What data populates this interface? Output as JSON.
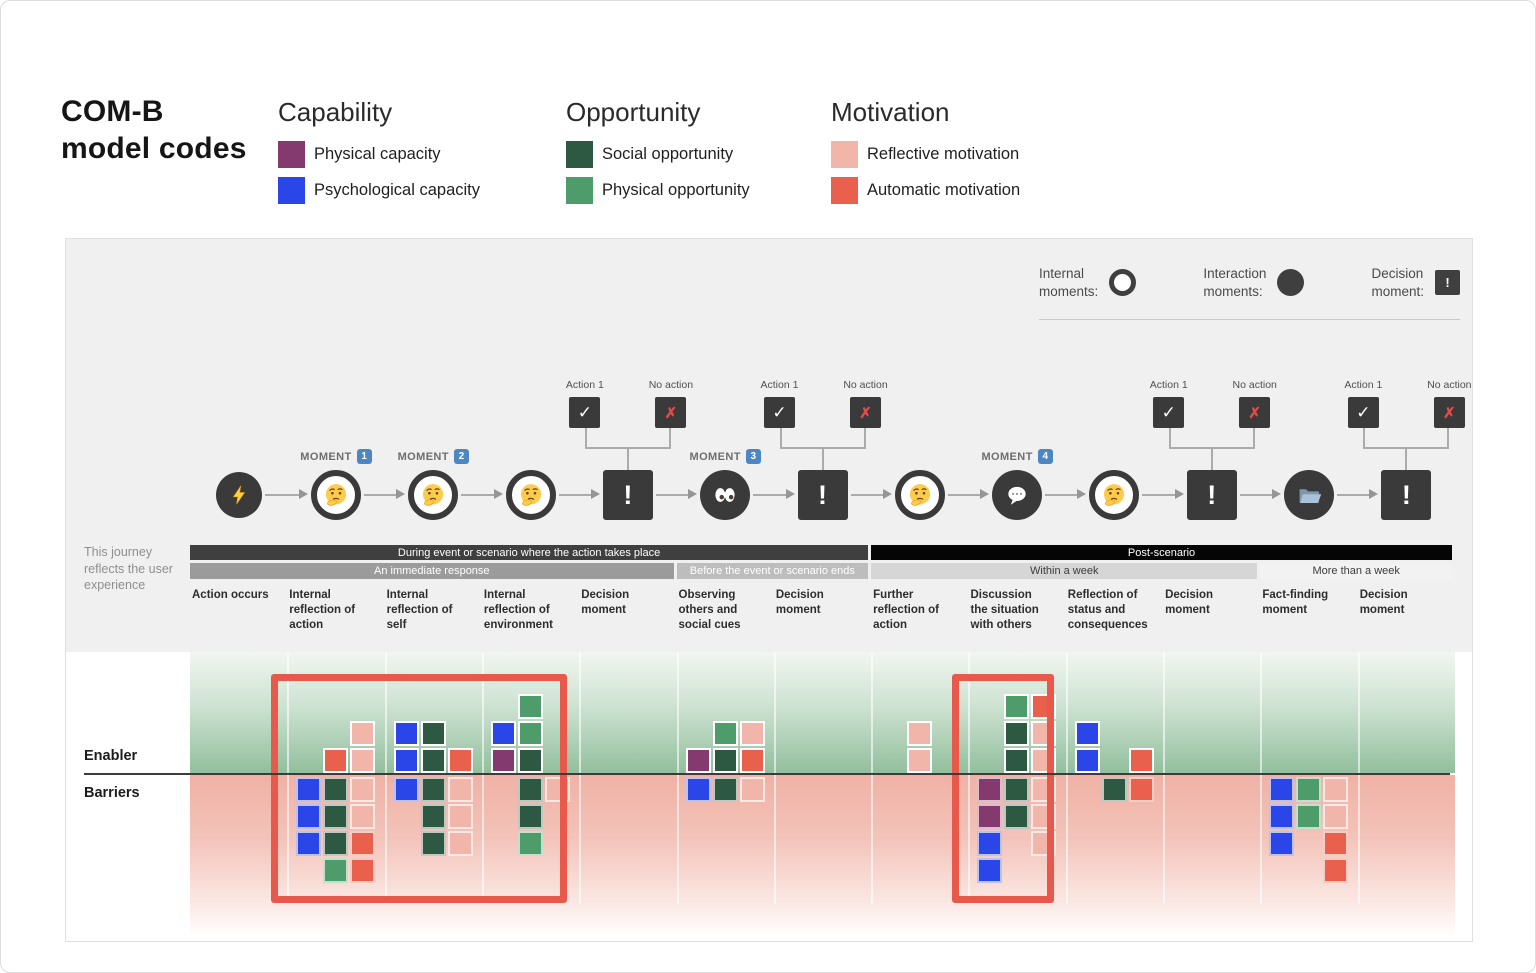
{
  "header": {
    "title": "COM-B\nmodel codes",
    "groups": [
      {
        "name": "Capability",
        "items": [
          {
            "label": "Physical capacity",
            "color": "#853a6f",
            "code": "PC"
          },
          {
            "label": "Psychological capacity",
            "color": "#2b46e8",
            "code": "PSC"
          }
        ]
      },
      {
        "name": "Opportunity",
        "items": [
          {
            "label": "Social opportunity",
            "color": "#2d5842",
            "code": "SO"
          },
          {
            "label": "Physical opportunity",
            "color": "#4d9c6a",
            "code": "PO"
          }
        ]
      },
      {
        "name": "Motivation",
        "items": [
          {
            "label": "Reflective motivation",
            "color": "#f2b5a9",
            "code": "RM"
          },
          {
            "label": "Automatic motivation",
            "color": "#e9604d",
            "code": "AM"
          }
        ]
      }
    ]
  },
  "moments_legend": {
    "items": [
      {
        "label": "Internal\nmoments:",
        "symbol": "open-circle"
      },
      {
        "label": "Interaction\nmoments:",
        "symbol": "filled-circle"
      },
      {
        "label": "Decision\nmoment:",
        "symbol": "decision-square",
        "symbol_text": "!"
      }
    ]
  },
  "journey": {
    "note": "This journey\nreflects the user\nexperience",
    "decision_symbol": "!",
    "branch": {
      "action_label": "Action 1",
      "no_action_label": "No action",
      "check": "✓",
      "cross": "✗"
    },
    "nodes": [
      {
        "col": 1,
        "type": "interaction",
        "icon": "lightning-icon"
      },
      {
        "col": 2,
        "type": "internal",
        "icon": "thinking-face-icon",
        "moment": "MOMENT",
        "moment_num": "1"
      },
      {
        "col": 3,
        "type": "internal",
        "icon": "thinking-face-icon",
        "moment": "MOMENT",
        "moment_num": "2"
      },
      {
        "col": 4,
        "type": "internal",
        "icon": "thinking-face-icon"
      },
      {
        "col": 5,
        "type": "decision",
        "branch": true
      },
      {
        "col": 6,
        "type": "interaction",
        "icon": "eyes-icon",
        "moment": "MOMENT",
        "moment_num": "3"
      },
      {
        "col": 7,
        "type": "decision",
        "branch": true
      },
      {
        "col": 8,
        "type": "internal",
        "icon": "thinking-face-icon"
      },
      {
        "col": 9,
        "type": "interaction",
        "icon": "speech-balloon-icon",
        "moment": "MOMENT",
        "moment_num": "4"
      },
      {
        "col": 10,
        "type": "internal",
        "icon": "thinking-face-icon"
      },
      {
        "col": 11,
        "type": "decision",
        "branch": true
      },
      {
        "col": 12,
        "type": "interaction",
        "icon": "open-folder-icon"
      },
      {
        "col": 13,
        "type": "decision",
        "branch": true
      }
    ],
    "phase_row1": [
      {
        "label": "During event or scenario where the action  takes place",
        "span": 7,
        "bg": "#3f3f3f",
        "fg": "#ffffff"
      },
      {
        "label": "Post-scenario",
        "span": 6,
        "bg": "#050505",
        "fg": "#ffffff"
      }
    ],
    "phase_row2": [
      {
        "label": "An immediate response",
        "span": 5,
        "bg": "#9b9b9b",
        "fg": "#ffffff"
      },
      {
        "label": "Before the event or scenario ends",
        "span": 2,
        "bg": "#bdbdbd",
        "fg": "#ffffff"
      },
      {
        "label": "Within a week",
        "span": 4,
        "bg": "#d6d6d6",
        "fg": "#3c3c3c"
      },
      {
        "label": "More than a week",
        "span": 2,
        "bg": "#f2f2f2",
        "fg": "#3c3c3c"
      }
    ],
    "columns": [
      "Action occurs",
      "Internal reflection of action",
      "Internal reflection of self",
      "Internal reflection of environment",
      "Decision moment",
      "Observing others and social cues",
      "Decision moment",
      "Further reflection of action",
      "Discussion the situation with others",
      "Reflection of status and consequences",
      "Decision moment",
      "Fact-finding moment",
      "Decision moment"
    ]
  },
  "chart": {
    "enabler_label": "Enabler",
    "barriers_label": "Barriers",
    "colors": {
      "PC": "#853a6f",
      "PSC": "#2b46e8",
      "SO": "#2d5842",
      "PO": "#4d9c6a",
      "RM": "#f2b5a9",
      "AM": "#e9604d"
    },
    "stacks": [
      {
        "col": 2,
        "side": "enabler",
        "rows": [
          [
            null,
            null,
            "RM"
          ],
          [
            null,
            "AM",
            "RM"
          ]
        ]
      },
      {
        "col": 2,
        "side": "barrier",
        "rows": [
          [
            "PSC",
            "SO",
            "RM"
          ],
          [
            "PSC",
            "SO",
            "RM"
          ],
          [
            "PSC",
            "SO",
            "AM"
          ],
          [
            null,
            "PO",
            "AM"
          ]
        ]
      },
      {
        "col": 3,
        "side": "enabler",
        "rows": [
          [
            "PSC",
            "SO",
            null
          ],
          [
            "PSC",
            "SO",
            "AM"
          ]
        ]
      },
      {
        "col": 3,
        "side": "barrier",
        "rows": [
          [
            "PSC",
            "SO",
            "RM"
          ],
          [
            null,
            "SO",
            "RM"
          ],
          [
            null,
            "SO",
            "RM"
          ]
        ]
      },
      {
        "col": 4,
        "side": "enabler",
        "rows": [
          [
            null,
            "PO",
            null
          ],
          [
            "PSC",
            "PO",
            null
          ],
          [
            "PC",
            "SO",
            null
          ]
        ]
      },
      {
        "col": 4,
        "side": "barrier",
        "rows": [
          [
            null,
            "SO",
            "RM"
          ],
          [
            null,
            "SO",
            null
          ],
          [
            null,
            "PO",
            null
          ]
        ]
      },
      {
        "col": 6,
        "side": "enabler",
        "rows": [
          [
            null,
            "PO",
            "RM"
          ],
          [
            "PC",
            "SO",
            "AM"
          ]
        ]
      },
      {
        "col": 6,
        "side": "barrier",
        "rows": [
          [
            "PSC",
            "SO",
            "RM"
          ]
        ]
      },
      {
        "col": 8,
        "side": "enabler",
        "rows": [
          [
            null,
            "RM",
            null
          ],
          [
            null,
            "RM",
            null
          ]
        ]
      },
      {
        "col": 9,
        "side": "enabler",
        "rows": [
          [
            null,
            "PO",
            "AM"
          ],
          [
            null,
            "SO",
            "RM"
          ],
          [
            null,
            "SO",
            "RM"
          ]
        ]
      },
      {
        "col": 9,
        "side": "barrier",
        "rows": [
          [
            "PC",
            "SO",
            "RM"
          ],
          [
            "PC",
            "SO",
            "RM"
          ],
          [
            "PSC",
            null,
            "RM"
          ],
          [
            "PSC",
            null,
            null
          ]
        ]
      },
      {
        "col": 10,
        "side": "enabler",
        "rows": [
          [
            "PSC",
            null,
            null
          ],
          [
            "PSC",
            null,
            "AM"
          ]
        ]
      },
      {
        "col": 10,
        "side": "barrier",
        "rows": [
          [
            null,
            "SO",
            "AM"
          ]
        ]
      },
      {
        "col": 12,
        "side": "barrier",
        "rows": [
          [
            "PSC",
            "PO",
            "RM"
          ],
          [
            "PSC",
            "PO",
            "RM"
          ],
          [
            "PSC",
            null,
            "AM"
          ],
          [
            null,
            null,
            "AM"
          ]
        ]
      }
    ],
    "highlight_boxes": [
      {
        "from_col": 2,
        "to_col": 4
      },
      {
        "from_col": 9,
        "to_col": 9
      }
    ]
  }
}
